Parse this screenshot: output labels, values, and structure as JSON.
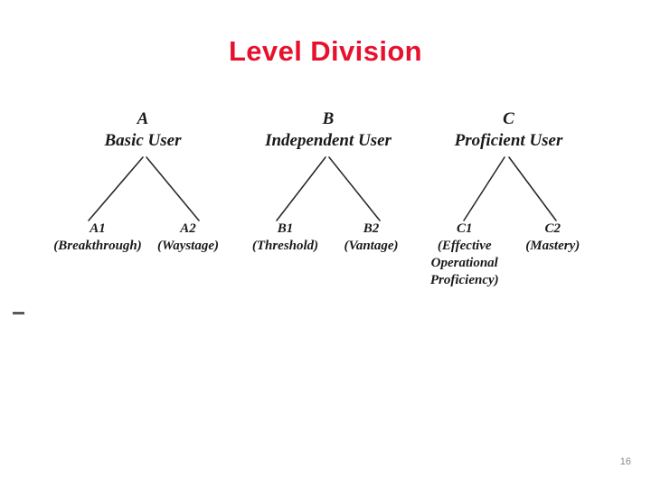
{
  "slide": {
    "title": "Level Division",
    "title_color": "#e8112d",
    "background_color": "#ffffff",
    "page_number": "16",
    "page_number_color": "#8a8a8a"
  },
  "diagram": {
    "type": "hierarchy",
    "description": "CEFR level division tree diagram, scanned black-and-white image",
    "groups": [
      {
        "letter": "A",
        "title": "Basic User",
        "children": [
          {
            "code": "A1",
            "name": "(Breakthrough)"
          },
          {
            "code": "A2",
            "name": "(Waystage)"
          }
        ]
      },
      {
        "letter": "B",
        "title": "Independent User",
        "children": [
          {
            "code": "B1",
            "name": "(Threshold)"
          },
          {
            "code": "B2",
            "name": "(Vantage)"
          }
        ]
      },
      {
        "letter": "C",
        "title": "Proficient User",
        "children": [
          {
            "code": "C1",
            "name": "(Effective\nOperational\nProficiency)"
          },
          {
            "code": "C2",
            "name": "(Mastery)"
          }
        ]
      }
    ]
  }
}
